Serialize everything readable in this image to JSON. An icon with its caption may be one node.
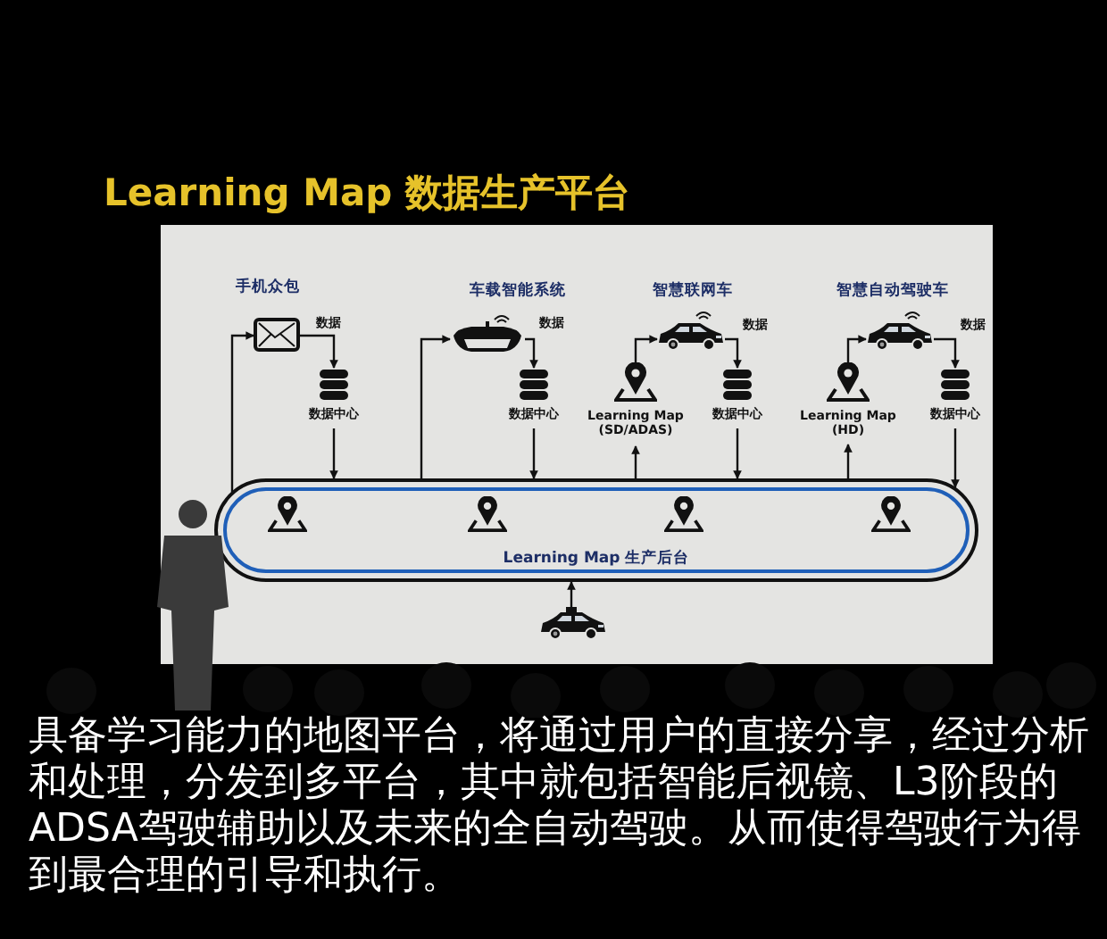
{
  "diagram": {
    "title": "Learning Map 数据生产平台",
    "caption": "具备学习能力的地图平台，将通过用户的直接分享，经过分析和处理，分发到多平台，其中就包括智能后视镜、L3阶段的ADSA驾驶辅助以及未来的全自动驾驶。从而使得驾驶行为得到最合理的引导和执行。",
    "nodes": [
      {
        "text": [
          "Learning Map 生产后台"
        ]
      },
      {
        "text": [],
        "shape": "picture",
        "beside": [
          "手机众包"
        ]
      },
      {
        "text": [
          "数据中心"
        ]
      },
      {
        "text": [],
        "shape": "picture",
        "beside": [
          "车载智能系统"
        ]
      },
      {
        "text": [
          "数据中心"
        ]
      },
      {
        "text": [
          "Learning Map (SD/ADAS)"
        ]
      },
      {
        "text": [],
        "shape": "picture",
        "beside": [
          "智慧联网车"
        ]
      },
      {
        "text": [
          "数据中心"
        ]
      },
      {
        "text": [
          "Learning Map (HD)"
        ]
      },
      {
        "text": [],
        "shape": "picture",
        "beside": [
          "智慧自动驾驶车"
        ]
      },
      {
        "text": [
          "数据中心"
        ]
      },
      {
        "text": [],
        "shape": "picture"
      }
    ],
    "edges": [
      {
        "from": 0,
        "to": 1,
        "arrow": "to"
      },
      {
        "from": 1,
        "to": 2,
        "arrow": "to",
        "label": "数据"
      },
      {
        "from": 2,
        "to": 0,
        "arrow": "to"
      },
      {
        "from": 0,
        "to": 3,
        "arrow": "to"
      },
      {
        "from": 3,
        "to": 4,
        "arrow": "to",
        "label": "数据"
      },
      {
        "from": 4,
        "to": 0,
        "arrow": "to"
      },
      {
        "from": 0,
        "to": 5,
        "arrow": "to"
      },
      {
        "from": 5,
        "to": 6,
        "arrow": "to"
      },
      {
        "from": 6,
        "to": 7,
        "arrow": "to",
        "label": "数据"
      },
      {
        "from": 7,
        "to": 0,
        "arrow": "to"
      },
      {
        "from": 0,
        "to": 8,
        "arrow": "to"
      },
      {
        "from": 8,
        "to": 9,
        "arrow": "to"
      },
      {
        "from": 9,
        "to": 10,
        "arrow": "to",
        "label": "数据"
      },
      {
        "from": 10,
        "to": 0,
        "arrow": "to"
      },
      {
        "from": 11,
        "to": 0,
        "arrow": "to"
      }
    ]
  }
}
